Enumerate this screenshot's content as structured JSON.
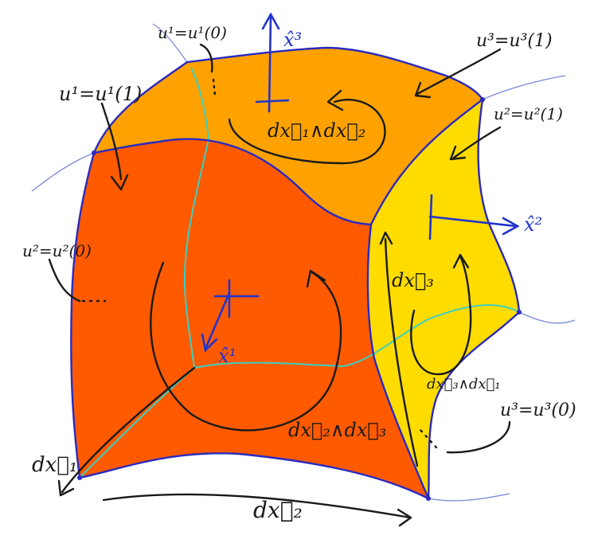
{
  "colors": {
    "front_face": "#ff5a00",
    "top_face": "#ffa200",
    "right_face": "#ffdc00",
    "edges": "#2a2ac0",
    "coord_curves": "#3ccfc0",
    "normals": "#2233cc",
    "ink": "#1a1a1a"
  },
  "labels": {
    "u1_eq_u1_0": "u¹=u¹(0)",
    "u1_eq_u1_1": "u¹=u¹(1)",
    "u3_eq_u3_1": "u³=u³(1)",
    "u2_eq_u2_1": "u²=u²(1)",
    "u2_eq_u2_0": "u²=u²(0)",
    "u3_eq_u3_0": "u³=u³(0)"
  },
  "normals": {
    "x1": "x̂¹",
    "x2": "x̂²",
    "x3": "x̂³"
  },
  "wedges": {
    "top": "dx⃗₁∧dx⃗₂",
    "front": "dx⃗₂∧dx⃗₃",
    "right": "dx⃗₃∧dx⃗₁"
  },
  "vectors": {
    "dx1": "dx⃗₁",
    "dx2": "dx⃗₂",
    "dx3": "dx⃗₃"
  },
  "icons": {
    "orientation_arrow": "curved-arrow",
    "normal_vector": "arrow"
  }
}
